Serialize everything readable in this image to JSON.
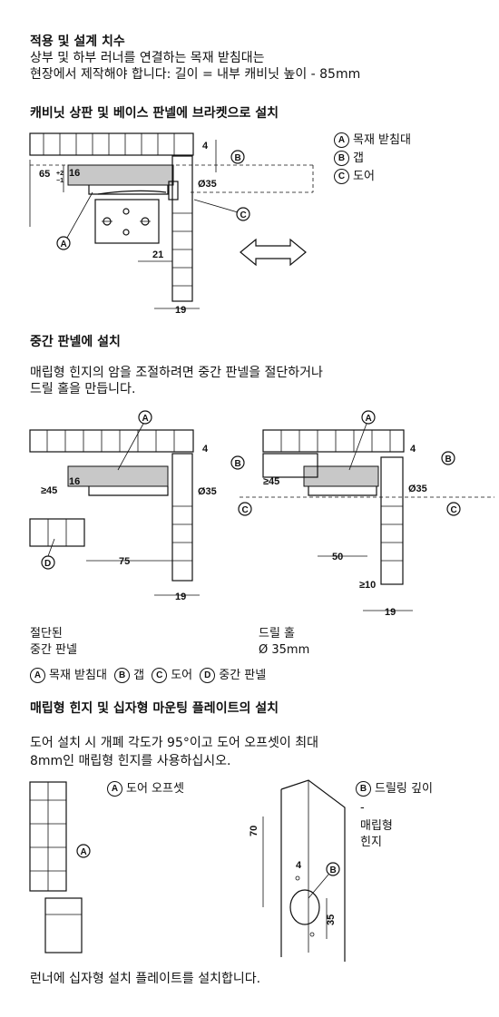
{
  "intro": {
    "title": "적용 및 설계 치수",
    "line1": "상부 및 하부 러너를 연결하는 목재 받침대는",
    "line2": "현장에서 제작해야 합니다: 길이 = 내부 캐비닛 높이 - 85mm"
  },
  "section1": {
    "title": "캐비닛 상판 및 베이스 판넬에 브라켓으로 설치",
    "legend": [
      {
        "key": "A",
        "label": "목재 받침대"
      },
      {
        "key": "B",
        "label": "갭"
      },
      {
        "key": "C",
        "label": "도어"
      }
    ],
    "dims": {
      "d4": "4",
      "d16": "16",
      "d65": "65",
      "d65sup": "+2",
      "d65sub": "−1",
      "d35": "Ø35",
      "d21": "21",
      "d19": "19"
    }
  },
  "section2": {
    "title": "중간 판넬에 설치",
    "text1": "매립형 힌지의 암을 조절하려면 중간 판넬을 절단하거나",
    "text2": "드릴 홀을 만듭니다.",
    "left_dims": {
      "d4": "4",
      "d16": "16",
      "d45": "≥45",
      "d35": "Ø35",
      "d75": "75",
      "d19": "19"
    },
    "right_dims": {
      "d4": "4",
      "d45": "≥45",
      "d35": "Ø35",
      "d50": "50",
      "d10": "≥10",
      "d19": "19"
    },
    "caption_left_1": "절단된",
    "caption_left_2": "중간 판넬",
    "caption_right_1": "드릴 홀",
    "caption_right_2": "Ø 35mm",
    "legend": [
      {
        "key": "A",
        "label": "목재 받침대"
      },
      {
        "key": "B",
        "label": "갭"
      },
      {
        "key": "C",
        "label": "도어"
      },
      {
        "key": "D",
        "label": "중간 판넬"
      }
    ]
  },
  "section3": {
    "title": "매립형 힌지 및 십자형 마운팅 플레이트의 설치",
    "text1": "도어 설치 시 개폐 각도가 95°이고 도어 오프셋이 최대",
    "text2": "8mm인 매립형 힌지를 사용하십시오.",
    "label_a": {
      "key": "A",
      "label": "도어 오프셋"
    },
    "label_b": {
      "key": "B",
      "label": "드릴링 깊이"
    },
    "label_b_dash": "-",
    "label_b_2": "매립형",
    "label_b_3": "힌지",
    "dims": {
      "d70": "70",
      "d4": "4",
      "d35": "35"
    }
  },
  "footer": {
    "text": "런너에 십자형 설치 플레이트를 설치합니다."
  },
  "labels": {
    "A": "A",
    "B": "B",
    "C": "C",
    "D": "D"
  }
}
